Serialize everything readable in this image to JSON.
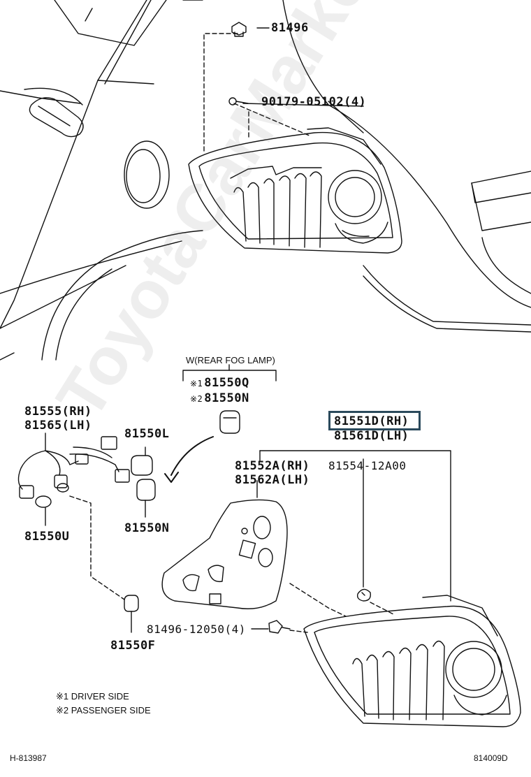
{
  "parts": {
    "p81496": "81496",
    "p90179": "90179-05102(4)",
    "fog_lamp_title": "W(REAR FOG LAMP)",
    "p81550q_mark": "※1",
    "p81550q": "81550Q",
    "p81550n_fog_mark": "※2",
    "p81550n_fog": "81550N",
    "p81555": "81555(RH)",
    "p81565": "81565(LH)",
    "p81550l": "81550L",
    "p81550n": "81550N",
    "p81550u": "81550U",
    "p81551d": "81551D(RH)",
    "p81561d": "81561D(LH)",
    "p81552a": "81552A(RH)",
    "p81562a": "81562A(LH)",
    "p81554": "81554-12A00",
    "p81496_12050": "81496-12050(4)",
    "p81550f": "81550F"
  },
  "notes": {
    "note1": "※1 DRIVER SIDE",
    "note2": "※2 PASSENGER SIDE"
  },
  "footer": {
    "left_code": "H-813987",
    "right_code": "814009D"
  },
  "watermark": "ToyotaCarMarket.ru",
  "colors": {
    "line": "#111111",
    "highlight": "#2b4a5c",
    "watermark": "#c8c8c8"
  }
}
